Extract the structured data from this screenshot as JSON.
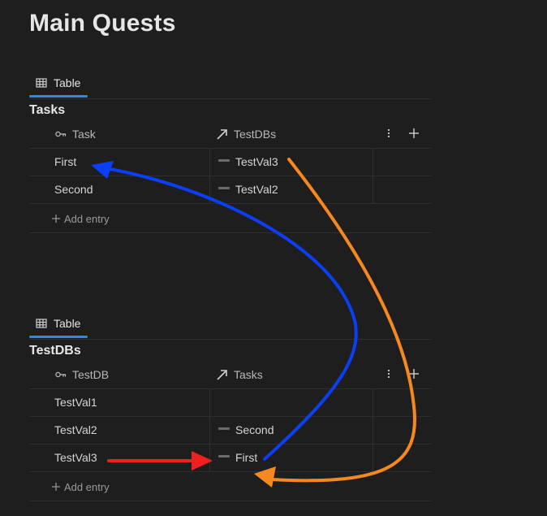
{
  "page": {
    "title": "Main Quests"
  },
  "db1": {
    "tab": "Table",
    "title": "Tasks",
    "columns": [
      "Task",
      "TestDBs"
    ],
    "rows": [
      {
        "name": "First",
        "rel": "TestVal3"
      },
      {
        "name": "Second",
        "rel": "TestVal2"
      }
    ],
    "add_entry": "Add entry"
  },
  "db2": {
    "tab": "Table",
    "title": "TestDBs",
    "columns": [
      "TestDB",
      "Tasks"
    ],
    "rows": [
      {
        "name": "TestVal1",
        "rel": ""
      },
      {
        "name": "TestVal2",
        "rel": "Second"
      },
      {
        "name": "TestVal3",
        "rel": "First"
      }
    ],
    "add_entry": "Add entry"
  },
  "annotations": {
    "blue": "#0a3ff5",
    "orange": "#f5881f",
    "red": "#f0201e"
  }
}
